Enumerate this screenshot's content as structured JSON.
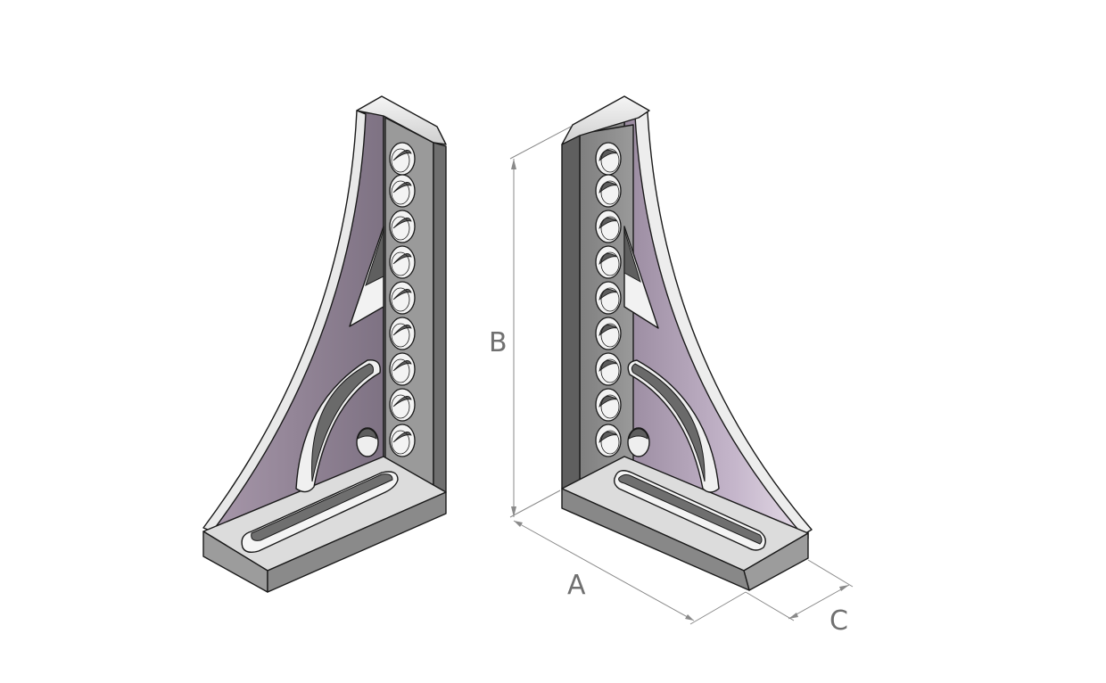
{
  "diagram": {
    "dimension_labels": {
      "a": "A",
      "b": "B",
      "c": "C"
    },
    "colors": {
      "face_dark": "#888888",
      "face_purple": "#8f8193",
      "face_light": "#d9d4dc",
      "edge_light": "#f2f2f2",
      "dimension_line": "#8a8a8a",
      "dimension_text": "#707070"
    }
  }
}
